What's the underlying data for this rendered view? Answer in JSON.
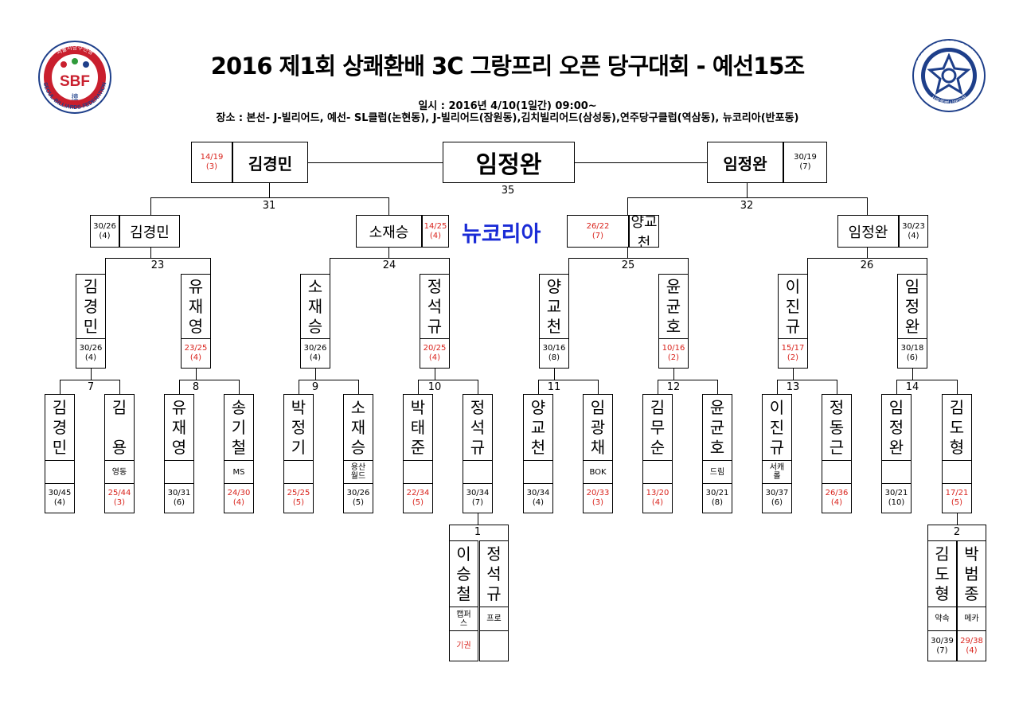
{
  "header": {
    "title": "2016 제1회 상쾌환배 3C 그랑프리 오픈 당구대회 - 예선15조",
    "date": "일시 : 2016년 4/10(1일간) 09:00~",
    "venue": "장소 : 본선- J-빌리어드, 예선- SL클럽(논현동), J-빌리어드(잠원동),김치빌리어드(삼성동),연주당구클럽(역삼동), 뉴코리아(반포동)"
  },
  "logos": {
    "left": {
      "text": "SBF",
      "ring_text": "SEOUL-BILLIARDS-FEDERATION",
      "korean": "서울시당구연맹",
      "sub": "撞"
    },
    "right": {
      "ring_text": "SEOUL SPORTS COUNCIL",
      "korean": "서울특별시체육회"
    }
  },
  "venue_label": "뉴코리아",
  "final": {
    "winner": "임정완",
    "match_no": "35"
  },
  "semis": {
    "left": {
      "name": "김경민",
      "score": "14/19\n(3)",
      "match_no": "31"
    },
    "right": {
      "name": "임정완",
      "score": "30/19\n(7)",
      "match_no": "32"
    }
  },
  "quarters": [
    {
      "name": "김경민",
      "score": "30/26\n(4)",
      "match_no": "23"
    },
    {
      "name": "소재승",
      "score": "14/25\n(4)",
      "match_no": "24"
    },
    {
      "name": "양교천",
      "score": "26/22\n(7)",
      "match_no": "25"
    },
    {
      "name": "임정완",
      "score": "30/23\n(4)",
      "match_no": "26"
    }
  ],
  "round16": [
    {
      "name": "김\n경\n민",
      "score": "30/26\n(4)"
    },
    {
      "name": "유\n재\n영",
      "score": "23/25\n(4)"
    },
    {
      "name": "소\n재\n승",
      "score": "30/26\n(4)"
    },
    {
      "name": "정\n석\n규",
      "score": "20/25\n(4)"
    },
    {
      "name": "양\n교\n천",
      "score": "30/16\n(8)"
    },
    {
      "name": "윤\n균\n호",
      "score": "10/16\n(2)"
    },
    {
      "name": "이\n진\n규",
      "score": "15/17\n(2)"
    },
    {
      "name": "임\n정\n완",
      "score": "30/18\n(6)"
    }
  ],
  "round32_match_nos": [
    "7",
    "8",
    "9",
    "10",
    "11",
    "12",
    "13",
    "14"
  ],
  "round32": [
    {
      "name": "김\n경\n민",
      "club": "",
      "score": "30/45\n(4)"
    },
    {
      "name": "김\n\n용",
      "club": "영동",
      "score": "25/44\n(3)"
    },
    {
      "name": "유\n재\n영",
      "club": "",
      "score": "30/31\n(6)"
    },
    {
      "name": "송\n기\n철",
      "club": "MS",
      "score": "24/30\n(4)"
    },
    {
      "name": "박\n정\n기",
      "club": "",
      "score": "25/25\n(5)"
    },
    {
      "name": "소\n재\n승",
      "club": "용산\n월드",
      "score": "30/26\n(5)"
    },
    {
      "name": "박\n태\n준",
      "club": "",
      "score": "22/34\n(5)"
    },
    {
      "name": "정\n석\n규",
      "club": "",
      "score": "30/34\n(7)"
    },
    {
      "name": "양\n교\n천",
      "club": "",
      "score": "30/34\n(4)"
    },
    {
      "name": "임\n광\n채",
      "club": "BOK",
      "score": "20/33\n(3)"
    },
    {
      "name": "김\n무\n순",
      "club": "",
      "score": "13/20\n(4)"
    },
    {
      "name": "윤\n균\n호",
      "club": "드림",
      "score": "30/21\n(8)"
    },
    {
      "name": "이\n진\n규",
      "club": "서캐\n롤",
      "score": "30/37\n(6)"
    },
    {
      "name": "정\n동\n근",
      "club": "",
      "score": "26/36\n(4)"
    },
    {
      "name": "임\n정\n완",
      "club": "",
      "score": "30/21\n(10)"
    },
    {
      "name": "김\n도\n형",
      "club": "",
      "score": "17/21\n(5)"
    }
  ],
  "prelim": [
    {
      "match_no": "1",
      "players": [
        {
          "name": "이\n승\n철",
          "club": "캡퍼\n스",
          "score": "기권"
        },
        {
          "name": "정\n석\n규",
          "club": "프로",
          "score": ""
        }
      ]
    },
    {
      "match_no": "2",
      "players": [
        {
          "name": "김\n도\n형",
          "club": "약속",
          "score": "30/39\n(7)"
        },
        {
          "name": "박\n범\n종",
          "club": "메카",
          "score": "29/38\n(4)"
        }
      ]
    }
  ],
  "colors": {
    "loss": "#d9231c",
    "venue": "#1a2bd6",
    "ink": "#000000"
  }
}
